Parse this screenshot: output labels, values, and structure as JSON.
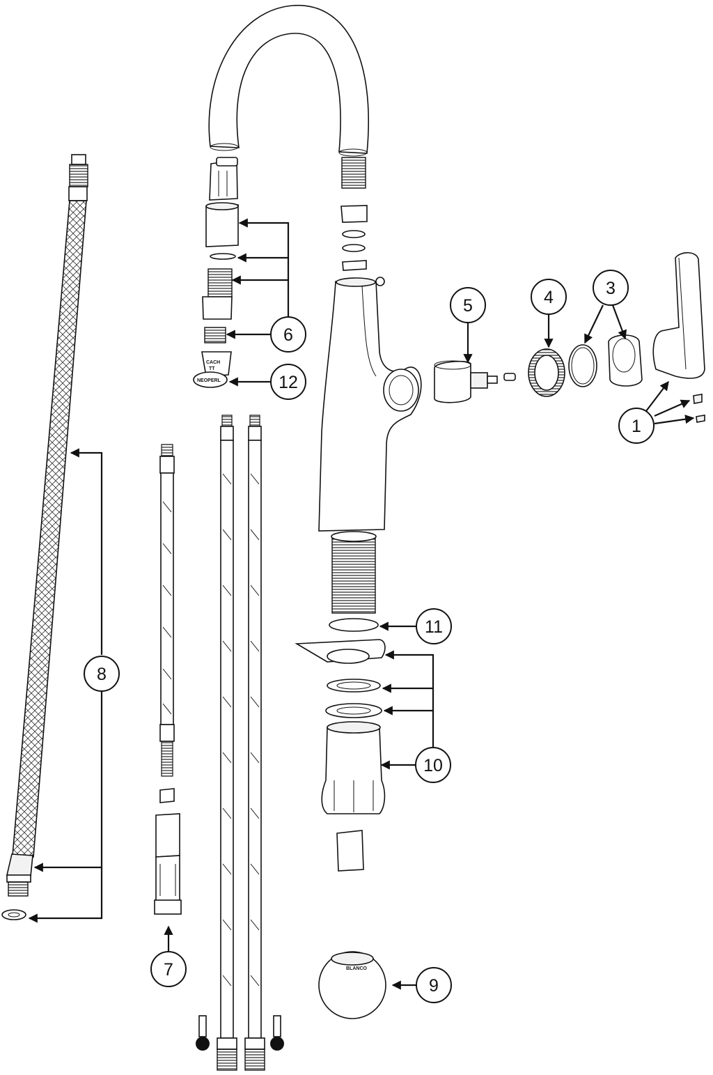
{
  "callouts": {
    "c1": "1",
    "c3": "3",
    "c4": "4",
    "c5": "5",
    "c6": "6",
    "c7": "7",
    "c8": "8",
    "c9": "9",
    "c10": "10",
    "c11": "11",
    "c12": "12"
  },
  "markings": {
    "aerator_label": "NEOPERL",
    "aerator_code": "CACH",
    "aerator_code2": "TT",
    "ball_label": "BLANCO"
  }
}
